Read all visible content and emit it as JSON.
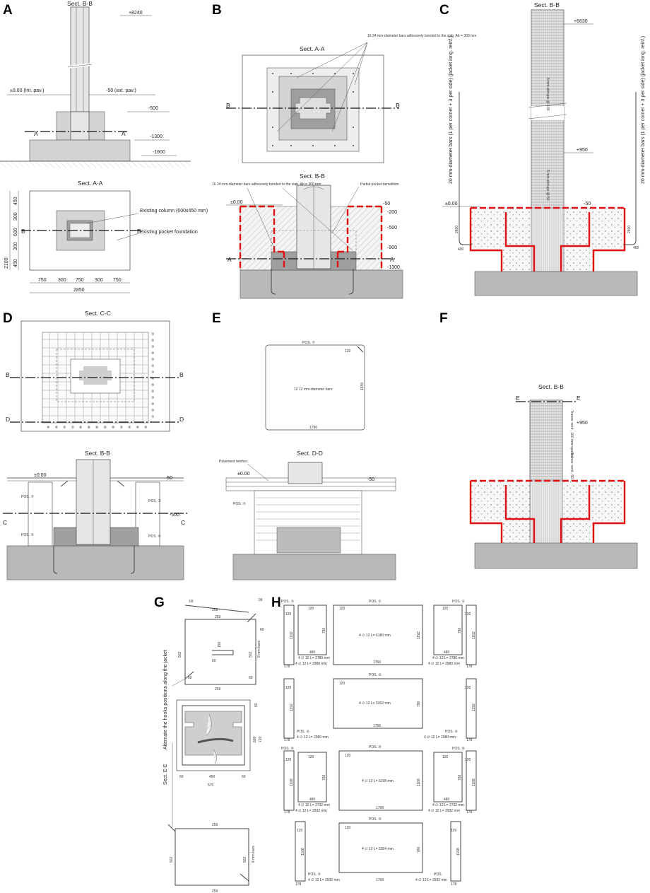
{
  "panels": {
    "A": {
      "label": "A",
      "title_top": "Sect. B-B",
      "elev_top": "+8240",
      "elev_int": "±0.00 (Int. pav.)",
      "elev_ext": "-50 (ext. pav.)",
      "elev_500": "-500",
      "elev_1300": "-1300",
      "elev_1800": "-1800",
      "cut_a": "A",
      "title_bottom": "Sect. A-A",
      "note_column": "Existing column (600x450 mm)",
      "note_pocket": "Existing pocket foundation",
      "cut_b": "B",
      "dims_h": [
        "750",
        "300",
        "750",
        "300",
        "750"
      ],
      "dim_total": "2850",
      "dims_v": [
        "450",
        "300",
        "600",
        "300",
        "450"
      ],
      "dim_v_total": "2100"
    },
    "B": {
      "label": "B",
      "title_top": "Sect. A-A",
      "note_bars": "16 24 mm-diameter bars adhesively bonded to the slab, Ab = 300 mm",
      "cut_b": "B",
      "title_bottom": "Sect. B-B",
      "note_bars2": "16 24 mm-diameter bars adhesively bonded to the slab, Ab = 300 mm",
      "note_partial": "Partial pocket demolition",
      "elev_0": "±0.00",
      "elev_50": "-50",
      "elev_200": "-200",
      "elev_500": "-500",
      "elev_900": "-900",
      "elev_1300": "-1300",
      "cut_a": "A"
    },
    "C": {
      "label": "C",
      "title": "Sect. B-B",
      "elev_6630": "+6630",
      "elev_950": "+950",
      "elev_0": "±0.00",
      "elev_50": "-50",
      "stirrups_top": "8 mm stirrups @ 100",
      "stirrups_bot": "8 mm stirrups @ 50",
      "bars_left": "20 mm-diameter bars (1 per corner + 3 per side) (jacket long. reinf.)",
      "bars_right": "20 mm-diameter bars (1 per corner + 3 per side) (jacket long. reinf.)",
      "dim_2600_l": "2600",
      "dim_400_l": "400",
      "dim_2600_r": "2600",
      "dim_400_r": "400"
    },
    "D": {
      "label": "D",
      "title_top": "Sect. C-C",
      "cut_b": "B",
      "cut_d": "D",
      "title_bottom": "Sect. B-B",
      "cut_c": "C",
      "elev_0": "±0.00",
      "elev_50": "-50",
      "elev_500": "-500",
      "pos7": "POS. ⑦",
      "pos3": "POS. ③",
      "pos5": "POS. ⑤",
      "pos4": "POS. ④",
      "right_marks": [
        "①",
        "②",
        "③",
        "④",
        "⑤",
        "②",
        "③",
        "④",
        "⑤",
        "②",
        "③",
        "④",
        "⑤",
        "①"
      ],
      "bottom_marks": [
        "④",
        "④",
        "⑤",
        "⑤",
        "⑥",
        "⑥",
        "⑥",
        "⑥",
        "⑥",
        "⑤",
        "⑤",
        "④",
        "④"
      ]
    },
    "E": {
      "label": "E",
      "pos7": "POS. ⑦",
      "dim_120": "120",
      "bars": "12 12 mm-diameter bars",
      "dim_1940": "1940",
      "dim_1790": "1790",
      "title": "Sect. D-D",
      "pavement": "Pavement reinforc.",
      "elev_0": "±0.00",
      "elev_50": "-50",
      "pos7_b": "POS. ⑦"
    },
    "F": {
      "label": "F",
      "title": "Sect. B-B",
      "cut_e": "E",
      "elev_950": "+950",
      "trans_top": "Transv. reinf., 100 mm-spaced",
      "trans_bot": "Transv. reinf., 50 mm-spaced"
    },
    "G": {
      "label": "G",
      "alt_note": "Alternate the hooks positions along the jacket",
      "sect": "Sect. E-E",
      "d_09a": "09",
      "d_09b": "09",
      "d_209": "209",
      "d_259a": "259",
      "d_259b": "259",
      "d_502a": "502",
      "d_502b": "502",
      "d_150": "150",
      "d_60a": "60",
      "d_60b": "60",
      "d_60c": "60",
      "d_60d": "60",
      "d_8mm": "8 mm-bars",
      "d_450": "450",
      "d_570": "570",
      "d_600": "600",
      "d_720": "720",
      "d_60e": "60",
      "d_60f": "60",
      "d_60g": "60",
      "d_259c": "259",
      "d_259d": "259",
      "d_502c": "502",
      "d_502d": "502",
      "d_8mm_b": "8 mm-bars"
    },
    "H": {
      "label": "H",
      "r1": {
        "pos_l": "POS. ③",
        "pos_c": "POS. ①",
        "pos_r": "POS. ②",
        "d120a": "120",
        "d1192a": "1192",
        "d178a": "178",
        "d120b": "120",
        "d790a": "790",
        "d480a": "480",
        "txt_small_l": "4 ∅ 12  L= 2780 mm",
        "txt_long_l": "4 ∅ 12  L= 2980 mm",
        "d120c": "120",
        "txt_big": "4 ∅ 12  L= 6180 mm",
        "d1192b": "1192",
        "d1766": "1766",
        "d120d": "120",
        "d790b": "790",
        "d480b": "480",
        "txt_small_r": "4 ∅ 12  L= 2780 mm",
        "txt_long_r": "4 ∅ 12  L= 2980 mm",
        "d120e": "120",
        "d1192c": "1192",
        "d178b": "178"
      },
      "r2": {
        "d120a": "120",
        "d1192a": "1192",
        "d178a": "178",
        "pos_l": "POS. ②",
        "txt_l": "4 ∅ 12  L= 2980 mm",
        "pos_c": "POS. ②",
        "d120b": "120",
        "txt_c": "4 ∅ 12  L= 5352 mm",
        "d790": "790",
        "d1766": "1766",
        "pos_r": "POS. ②",
        "txt_r": "4 ∅ 12  L= 2980 mm",
        "d120c": "120",
        "d1192b": "1192",
        "d178b": "178"
      },
      "r3": {
        "pos_l": "POS. ⑥",
        "pos_c": "POS. ④",
        "pos_r": "POS. ⑥",
        "d120a": "120",
        "d1168a": "1168",
        "d178a": "178",
        "d120b": "120",
        "d766a": "766",
        "d480a": "480",
        "txt_small_l": "4 ∅ 12  L= 2732 mm",
        "txt_long_l": "4 ∅ 12  L= 2932 mm",
        "d120c": "120",
        "txt_big": "4 ∅ 12  L= 6108 mm",
        "d1168b": "1168",
        "d1766": "1766",
        "d120d": "120",
        "d766b": "766",
        "d480b": "480",
        "txt_small_r": "4 ∅ 12  L= 2732 mm",
        "txt_long_r": "4 ∅ 12  L= 2932 mm",
        "d120e": "120",
        "d1168c": "1168",
        "d178b": "178"
      },
      "r4": {
        "d120a": "120",
        "d1168a": "1168",
        "d178a": "178",
        "pos_l": "POS. ⑤",
        "txt_l": "4 ∅ 12  L= 2932 mm",
        "pos_c": "POS. ⑤",
        "d120b": "120",
        "txt_c": "4 ∅ 12  L= 5304 mm",
        "d766": "766",
        "d1766": "1766",
        "pos_r": "POS.",
        "txt_r": "4 ∅ 12  L= 2932 mm",
        "d120c": "120",
        "d1168b": "1168",
        "d178b": "178"
      }
    }
  }
}
